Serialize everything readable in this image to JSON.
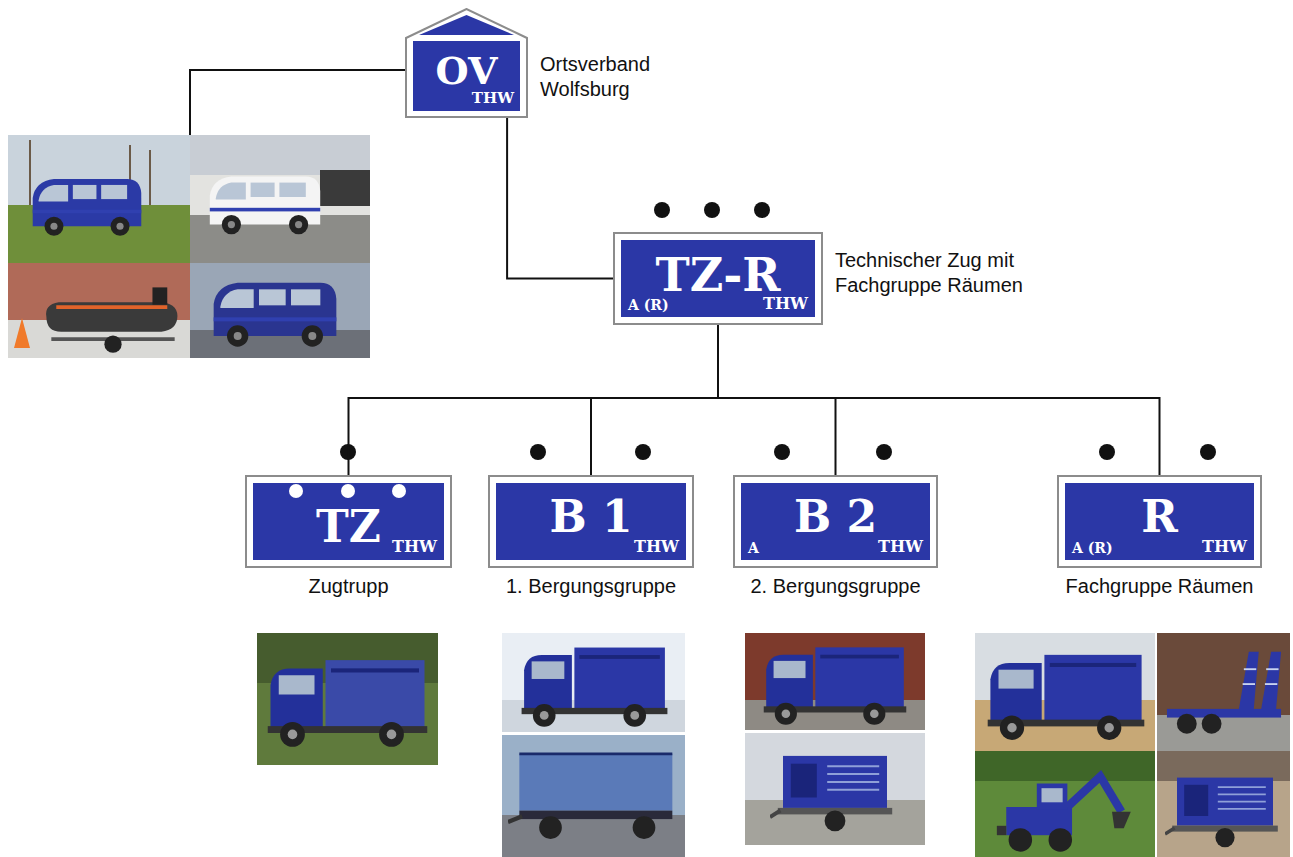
{
  "diagram": {
    "nodes": [
      {
        "text": [
          "OV",
          "THW",
          "Ortsverband Wolfsburg"
        ]
      },
      {
        "text": [
          "TZ-R",
          "A (R)",
          "THW",
          "Technischer Zug mit Fachgruppe Räumen"
        ]
      },
      {
        "text": [
          "TZ",
          "THW",
          "Zugtrupp"
        ]
      },
      {
        "text": [
          "B 1",
          "THW",
          "1. Bergungsgruppe"
        ]
      },
      {
        "text": [
          "B 2",
          "A",
          "THW",
          "2. Bergungsgruppe"
        ]
      },
      {
        "text": [
          "R",
          "A (R)",
          "THW",
          "Fachgruppe Räumen"
        ]
      }
    ],
    "edges": [
      {
        "from": 0,
        "to": 1,
        "arrow": "none"
      },
      {
        "from": 1,
        "to": 2,
        "arrow": "none"
      },
      {
        "from": 1,
        "to": 3,
        "arrow": "none"
      },
      {
        "from": 1,
        "to": 4,
        "arrow": "none"
      },
      {
        "from": 1,
        "to": 5,
        "arrow": "none"
      }
    ]
  }
}
